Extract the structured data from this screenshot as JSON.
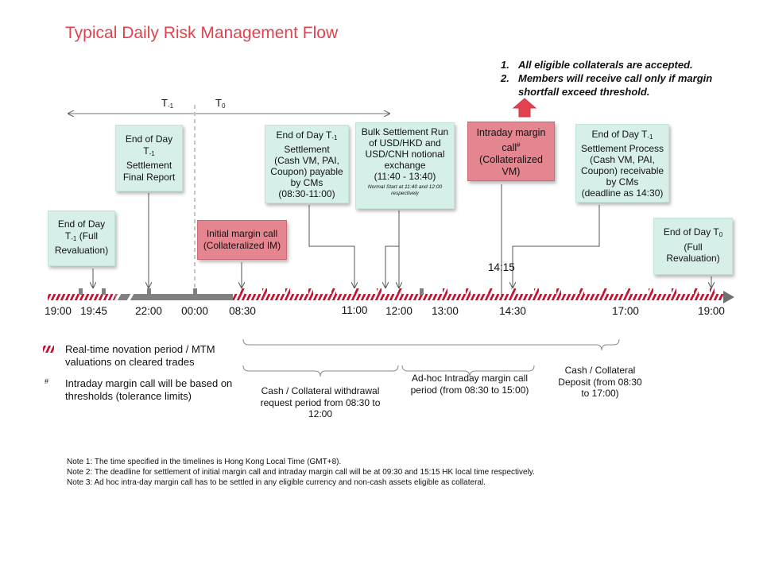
{
  "title": "Typical Daily Risk Management Flow",
  "bullets": [
    {
      "num": "1.",
      "text": "All eligible collaterals are accepted."
    },
    {
      "num": "2.",
      "text": "Members will receive call only if margin shortfall exceed threshold."
    }
  ],
  "period_labels": {
    "t_minus": "T",
    "t_minus_sub": "-1",
    "t_zero": "T",
    "t_zero_sub": "0"
  },
  "boxes": {
    "eod_full": {
      "l1": "End of Day",
      "l2a": "T",
      "l2sub": "-1",
      "l2b": " (Full",
      "l3": "Revaluation)"
    },
    "eod_final": {
      "l1": "End of Day",
      "l2a": "T",
      "l2sub": "-1",
      "l3": "Settlement",
      "l4": "Final Report"
    },
    "initial_margin": {
      "l1": "Initial margin call",
      "l2": "(Collateralized IM)"
    },
    "eod_payable": {
      "l1a": "End of Day T",
      "l1sub": "-1",
      "l2": "Settlement",
      "l3": "(Cash VM, PAI,",
      "l4": "Coupon) payable",
      "l5": "by CMs",
      "l6": "(08:30-11:00)"
    },
    "bulk_settlement": {
      "l1": "Bulk Settlement Run",
      "l2": "of USD/HKD and",
      "l3": "USD/CNH notional",
      "l4": "exchange",
      "l5": "(11:40 - 13:40)",
      "note": "Normal Start at 11:40 and 12:00 respectively"
    },
    "intraday_margin": {
      "l1": "Intraday margin",
      "l2a": "call",
      "l2sup": "#",
      "l3": "(Collateralized",
      "l4": "VM)"
    },
    "eod_receivable": {
      "l1a": "End of Day T",
      "l1sub": "-1",
      "l2": "Settlement Process",
      "l3": "(Cash VM, PAI,",
      "l4": "Coupon) receivable",
      "l5": "by CMs",
      "l6": "(deadline as 14:30)"
    },
    "eod_t0": {
      "l1a": "End of Day T",
      "l1sub": "0",
      "l2": "(Full",
      "l3": "Revaluation)"
    }
  },
  "time_1415": "14:15",
  "ticks": [
    "19:00",
    "19:45",
    "22:00",
    "00:00",
    "08:30",
    "11:00",
    "12:00",
    "13:00",
    "14:30",
    "17:00",
    "19:00"
  ],
  "legend": {
    "novation": "Real-time novation period / MTM valuations on cleared trades",
    "hash_symbol": "#",
    "intraday": "Intraday margin call will be based on thresholds (tolerance limits)"
  },
  "periods": {
    "withdrawal": "Cash / Collateral withdrawal request period from 08:30 to 12:00",
    "adhoc": "Ad-hoc Intraday margin call period (from 08:30 to 15:00)",
    "deposit": "Cash / Collateral Deposit (from 08:30 to 17:00)"
  },
  "notes": [
    "Note 1: The time specified in the timelines is Hong Kong Local Time (GMT+8).",
    "Note 2: The deadline for settlement of initial margin call and intraday margin call will be at 09:30 and 15:15 HK local time respectively.",
    "Note 3: Ad hoc intra-day margin call has to be settled in any eligible currency and non-cash assets eligible as collateral."
  ],
  "colors": {
    "accent": "#e2424d",
    "teal_box": "#d7efe9",
    "red_box": "#e4858f",
    "hatch": "#c8102e"
  }
}
